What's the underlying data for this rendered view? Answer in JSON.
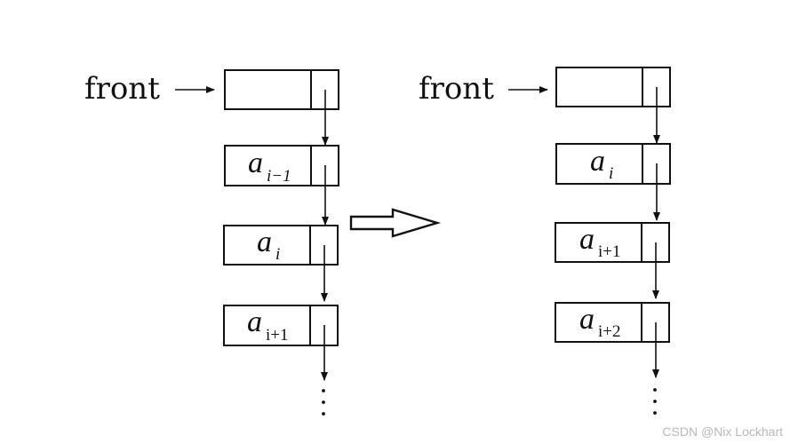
{
  "diagram": {
    "before": {
      "front_label": "front",
      "nodes": [
        {
          "name": "",
          "sub": ""
        },
        {
          "name": "a",
          "sub": "i−1"
        },
        {
          "name": "a",
          "sub": "i"
        },
        {
          "name": "a",
          "sub": "i+1"
        }
      ]
    },
    "after": {
      "front_label": "front",
      "nodes": [
        {
          "name": "",
          "sub": ""
        },
        {
          "name": "a",
          "sub": "i"
        },
        {
          "name": "a",
          "sub": "i+1"
        },
        {
          "name": "a",
          "sub": "i+2"
        }
      ]
    }
  },
  "watermark": "CSDN @Nix Lockhart"
}
